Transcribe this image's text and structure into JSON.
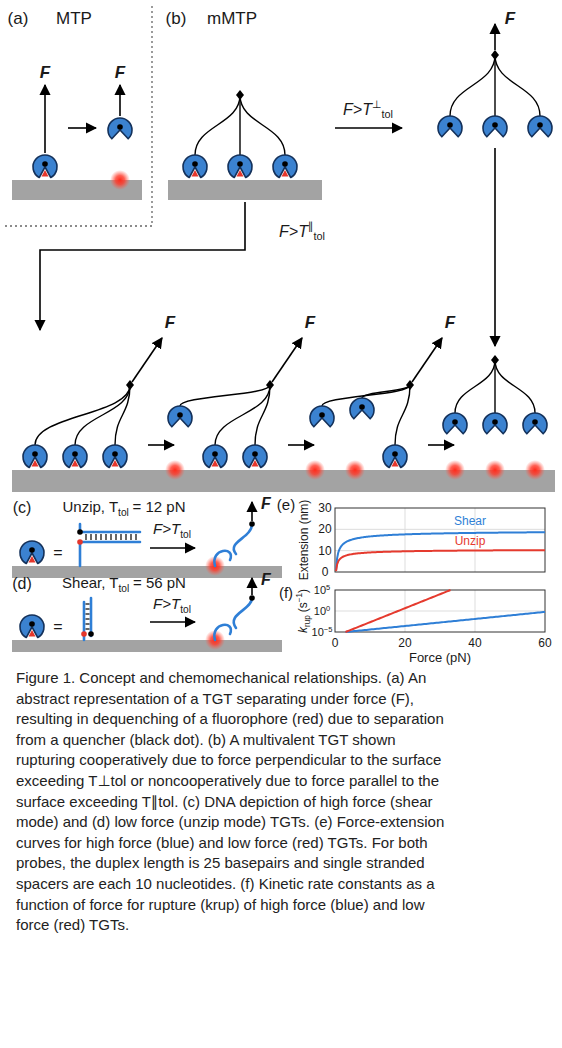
{
  "diagram": {
    "caption": "Figure 1. Concept and chemomechanical relationships. (a) An abstract representation of a TGT separating under force (F), resulting in dequenching of a fluorophore (red) due to separation from a quencher (black dot). (b) A multivalent TGT shown rupturing cooperatively due to force perpendicular to the surface exceeding T⊥tol or noncooperatively due to force parallel to the surface exceeding T∥tol. (c) DNA depiction of high force (shear mode) and (d) low force (unzip mode) TGTs. (e) Force-extension curves for high force (blue) and low force (red) TGTs. For both probes, the duplex length is 25 basepairs and single stranded spacers are each 10 nucleotides. (f) Kinetic rate constants as a function of force for rupture (krup) of high force (blue) and low force (red) TGTs.",
    "labels": [
      "(a)",
      "MTP",
      "F",
      "F",
      "(b)",
      "mMTP",
      "F",
      "F>T",
      "⊥",
      "tol",
      "F>T",
      "∥",
      "tol",
      "F",
      "F",
      "F",
      "(c)",
      "Unzip, T",
      "tol",
      "= 12 pN",
      "=",
      "F>T",
      "tol",
      "F",
      "(d)",
      "Shear, T",
      "tol",
      "= 56 pN",
      "=",
      "F>T",
      "tol",
      "F",
      "(e)",
      "Extension (nm)",
      "30",
      "20",
      "10",
      "0",
      "Shear",
      "Unzip",
      "(f)",
      "k",
      "rup",
      "(s",
      "−1",
      ")",
      "10",
      "5",
      "10",
      "0",
      "10",
      "−5",
      "0",
      "20",
      "40",
      "60",
      "Force (pN)"
    ]
  }
}
